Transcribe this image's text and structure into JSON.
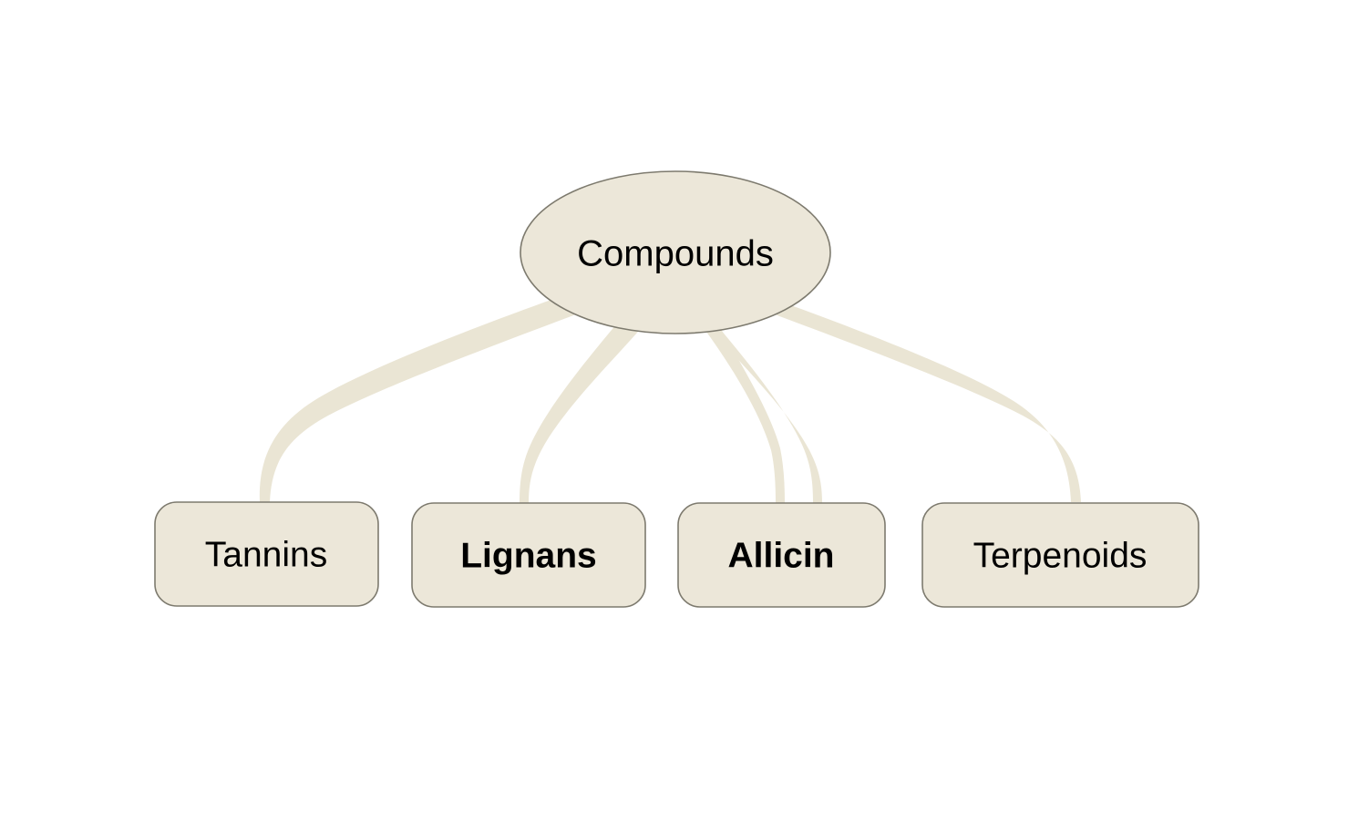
{
  "diagram": {
    "type": "mind-map",
    "background_color": "#ffffff",
    "node_fill_color": "#ece7d9",
    "node_border_color": "#7d7a6e",
    "edge_color": "#eae5d4",
    "text_color": "#000000",
    "root": {
      "label": "Compounds",
      "shape": "ellipse",
      "emphasis": "normal"
    },
    "children": [
      {
        "label": "Tannins",
        "shape": "rounded-rect",
        "emphasis": "normal"
      },
      {
        "label": "Lignans",
        "shape": "rounded-rect",
        "emphasis": "bold"
      },
      {
        "label": "Allicin",
        "shape": "rounded-rect",
        "emphasis": "bold"
      },
      {
        "label": "Terpenoids",
        "shape": "rounded-rect",
        "emphasis": "normal"
      }
    ],
    "edges": [
      {
        "from": "Compounds",
        "to": "Tannins"
      },
      {
        "from": "Compounds",
        "to": "Lignans"
      },
      {
        "from": "Compounds",
        "to": "Allicin"
      },
      {
        "from": "Compounds",
        "to": "Terpenoids"
      }
    ]
  }
}
